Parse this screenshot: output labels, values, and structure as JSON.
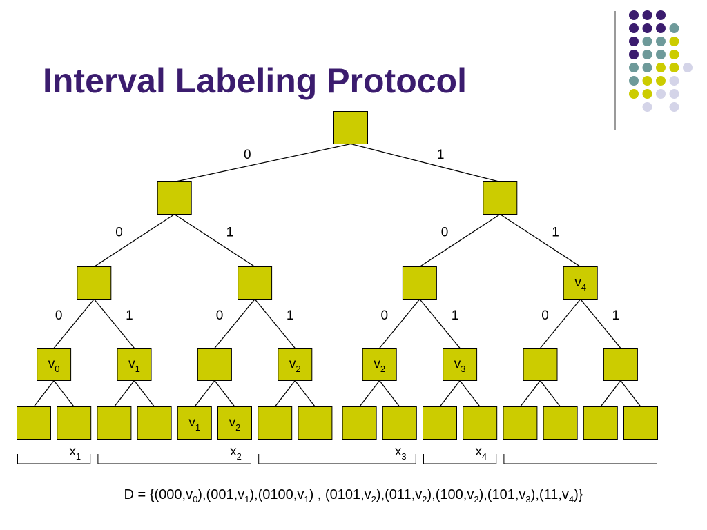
{
  "slide": {
    "title": "Interval Labeling Protocol"
  },
  "colors": {
    "title": "#3b1c6e",
    "node_fill": "#cccc00",
    "dot_purple": "#3b1c6e",
    "dot_teal": "#6e9a9a",
    "dot_yellow": "#cccc00",
    "dot_lavender": "#d4d4e8"
  },
  "decoration": {
    "dot_grid": [
      [
        "purple",
        "purple",
        "purple",
        "",
        ""
      ],
      [
        "purple",
        "purple",
        "purple",
        "teal",
        ""
      ],
      [
        "purple",
        "teal",
        "teal",
        "yellow",
        ""
      ],
      [
        "purple",
        "teal",
        "teal",
        "yellow",
        ""
      ],
      [
        "teal",
        "teal",
        "yellow",
        "yellow",
        "lavender"
      ],
      [
        "teal",
        "yellow",
        "yellow",
        "lavender",
        ""
      ],
      [
        "yellow",
        "yellow",
        "lavender",
        "lavender",
        ""
      ],
      [
        "",
        "lavender",
        "",
        "lavender",
        ""
      ]
    ]
  },
  "tree": {
    "levels": [
      [
        {
          "id": "r",
          "label": ""
        }
      ],
      [
        {
          "id": "0",
          "label": ""
        },
        {
          "id": "1",
          "label": ""
        }
      ],
      [
        {
          "id": "00",
          "label": ""
        },
        {
          "id": "01",
          "label": ""
        },
        {
          "id": "10",
          "label": ""
        },
        {
          "id": "11",
          "label": "v",
          "sub": "4"
        }
      ],
      [
        {
          "id": "000",
          "label": "v",
          "sub": "0"
        },
        {
          "id": "001",
          "label": "v",
          "sub": "1"
        },
        {
          "id": "010",
          "label": ""
        },
        {
          "id": "011",
          "label": "v",
          "sub": "2"
        },
        {
          "id": "100",
          "label": "v",
          "sub": "2"
        },
        {
          "id": "101",
          "label": "v",
          "sub": "3"
        },
        {
          "id": "110",
          "label": ""
        },
        {
          "id": "111",
          "label": ""
        }
      ],
      [
        {
          "id": "0000",
          "label": ""
        },
        {
          "id": "0001",
          "label": ""
        },
        {
          "id": "0010",
          "label": ""
        },
        {
          "id": "0011",
          "label": ""
        },
        {
          "id": "0100",
          "label": "v",
          "sub": "1"
        },
        {
          "id": "0101",
          "label": "v",
          "sub": "2"
        },
        {
          "id": "0110",
          "label": ""
        },
        {
          "id": "0111",
          "label": ""
        },
        {
          "id": "1000",
          "label": ""
        },
        {
          "id": "1001",
          "label": ""
        },
        {
          "id": "1010",
          "label": ""
        },
        {
          "id": "1011",
          "label": ""
        },
        {
          "id": "1100",
          "label": ""
        },
        {
          "id": "1101",
          "label": ""
        },
        {
          "id": "1110",
          "label": ""
        },
        {
          "id": "1111",
          "label": ""
        }
      ]
    ],
    "edges": [
      {
        "from": "r",
        "to": "0",
        "label": "0"
      },
      {
        "from": "r",
        "to": "1",
        "label": "1"
      },
      {
        "from": "0",
        "to": "00",
        "label": "0"
      },
      {
        "from": "0",
        "to": "01",
        "label": "1"
      },
      {
        "from": "1",
        "to": "10",
        "label": "0"
      },
      {
        "from": "1",
        "to": "11",
        "label": "1"
      },
      {
        "from": "00",
        "to": "000",
        "label": "0"
      },
      {
        "from": "00",
        "to": "001",
        "label": "1"
      },
      {
        "from": "01",
        "to": "010",
        "label": "0"
      },
      {
        "from": "01",
        "to": "011",
        "label": "1"
      },
      {
        "from": "10",
        "to": "100",
        "label": "0"
      },
      {
        "from": "10",
        "to": "101",
        "label": "1"
      },
      {
        "from": "11",
        "to": "110",
        "label": "0"
      },
      {
        "from": "11",
        "to": "111",
        "label": "1"
      },
      {
        "from": "000",
        "to": "0000",
        "label": ""
      },
      {
        "from": "000",
        "to": "0001",
        "label": ""
      },
      {
        "from": "001",
        "to": "0010",
        "label": ""
      },
      {
        "from": "001",
        "to": "0011",
        "label": ""
      },
      {
        "from": "010",
        "to": "0100",
        "label": ""
      },
      {
        "from": "010",
        "to": "0101",
        "label": ""
      },
      {
        "from": "011",
        "to": "0110",
        "label": ""
      },
      {
        "from": "011",
        "to": "0111",
        "label": ""
      },
      {
        "from": "100",
        "to": "1000",
        "label": ""
      },
      {
        "from": "100",
        "to": "1001",
        "label": ""
      },
      {
        "from": "101",
        "to": "1010",
        "label": ""
      },
      {
        "from": "101",
        "to": "1011",
        "label": ""
      },
      {
        "from": "110",
        "to": "1100",
        "label": ""
      },
      {
        "from": "110",
        "to": "1101",
        "label": ""
      },
      {
        "from": "111",
        "to": "1110",
        "label": ""
      },
      {
        "from": "111",
        "to": "1111",
        "label": ""
      }
    ],
    "intervals": [
      {
        "label": "x",
        "sub": "1",
        "from_leaf": 0,
        "to_leaf": 1
      },
      {
        "label": "x",
        "sub": "2",
        "from_leaf": 2,
        "to_leaf": 5
      },
      {
        "label": "x",
        "sub": "3",
        "from_leaf": 6,
        "to_leaf": 9
      },
      {
        "label": "x",
        "sub": "4",
        "from_leaf": 10,
        "to_leaf": 11
      },
      {
        "label": "",
        "sub": "",
        "from_leaf": 12,
        "to_leaf": 15
      }
    ]
  },
  "formula": {
    "prefix": "D = {",
    "entries": [
      {
        "key": "000",
        "var": "v",
        "sub": "0"
      },
      {
        "key": "001",
        "var": "v",
        "sub": "1"
      },
      {
        "key": "0100",
        "var": "v",
        "sub": "1"
      },
      {
        "key": "0101",
        "var": "v",
        "sub": "2"
      },
      {
        "key": "011",
        "var": "v",
        "sub": "2"
      },
      {
        "key": "100",
        "var": "v",
        "sub": "2"
      },
      {
        "key": "101",
        "var": "v",
        "sub": "3"
      },
      {
        "key": "11",
        "var": "v",
        "sub": "4"
      }
    ],
    "suffix": "}"
  }
}
